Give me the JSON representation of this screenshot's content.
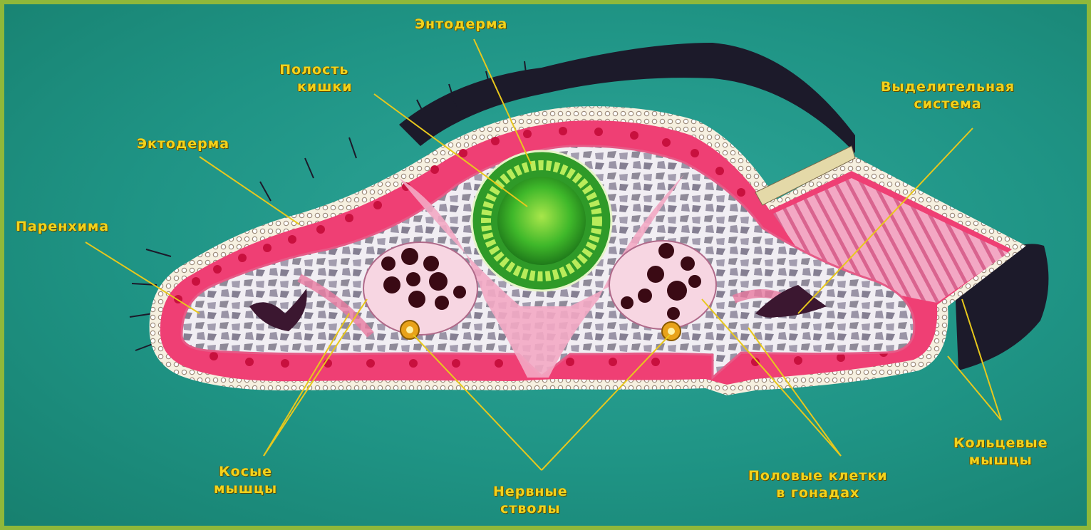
{
  "labels": {
    "entoderm": "Энтодерма",
    "gut_cavity_1": "Полость",
    "gut_cavity_2": "кишки",
    "ectoderm": "Эктодерма",
    "parenchyma": "Паренхима",
    "excretory_1": "Выделительная",
    "excretory_2": "система",
    "oblique_1": "Косые",
    "oblique_2": "мышцы",
    "nerve_1": "Нервные",
    "nerve_2": "стволы",
    "genital_1": "Половые клетки",
    "genital_2": "в гонадах",
    "circular_1": "Кольцевые",
    "circular_2": "мышцы"
  },
  "colors": {
    "background": "#1f9485",
    "border": "#8fb83a",
    "label": "#f2d21c",
    "ectoderm_pink": "#ef3f74",
    "parenchyma": "#efe6f0",
    "gut": "#3fb82a",
    "cilia": "#1c1a2a"
  }
}
